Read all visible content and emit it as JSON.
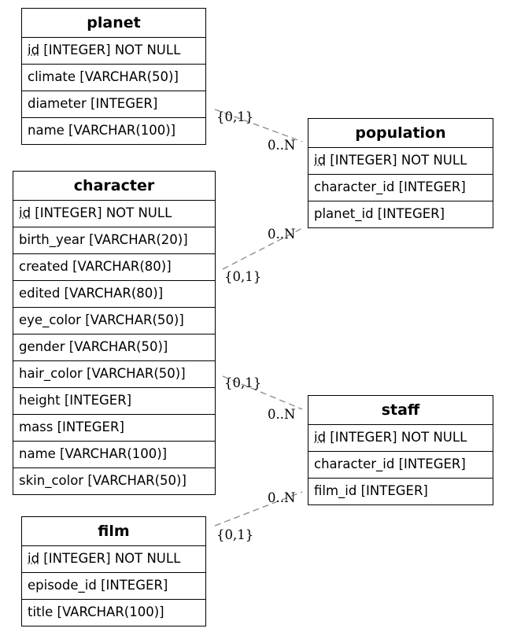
{
  "tables": {
    "planet": {
      "title": "planet",
      "id_name": "id",
      "id_type": " [INTEGER] NOT NULL",
      "columns": [
        "climate [VARCHAR(50)]",
        "diameter [INTEGER]",
        "name [VARCHAR(100)]"
      ]
    },
    "population": {
      "title": "population",
      "id_name": "id",
      "id_type": " [INTEGER] NOT NULL",
      "columns": [
        "character_id [INTEGER]",
        "planet_id [INTEGER]"
      ]
    },
    "character": {
      "title": "character",
      "id_name": "id",
      "id_type": " [INTEGER] NOT NULL",
      "columns": [
        "birth_year [VARCHAR(20)]",
        "created [VARCHAR(80)]",
        "edited [VARCHAR(80)]",
        "eye_color [VARCHAR(50)]",
        "gender [VARCHAR(50)]",
        "hair_color [VARCHAR(50)]",
        "height [INTEGER]",
        "mass [INTEGER]",
        "name [VARCHAR(100)]",
        "skin_color [VARCHAR(50)]"
      ]
    },
    "staff": {
      "title": "staff",
      "id_name": "id",
      "id_type": " [INTEGER] NOT NULL",
      "columns": [
        "character_id [INTEGER]",
        "film_id [INTEGER]"
      ]
    },
    "film": {
      "title": "film",
      "id_name": "id",
      "id_type": " [INTEGER] NOT NULL",
      "columns": [
        "episode_id [INTEGER]",
        "title [VARCHAR(100)]"
      ]
    }
  },
  "relationships": [
    {
      "from": "planet",
      "to": "population",
      "one_label": "{0,1}",
      "many_label": "0..N"
    },
    {
      "from": "character",
      "to": "population",
      "one_label": "{0,1}",
      "many_label": "0..N"
    },
    {
      "from": "character",
      "to": "staff",
      "one_label": "{0,1}",
      "many_label": "0..N"
    },
    {
      "from": "film",
      "to": "staff",
      "one_label": "{0,1}",
      "many_label": "0..N"
    }
  ],
  "colors": {
    "border": "#000000",
    "connector": "#888888",
    "background": "#ffffff"
  }
}
